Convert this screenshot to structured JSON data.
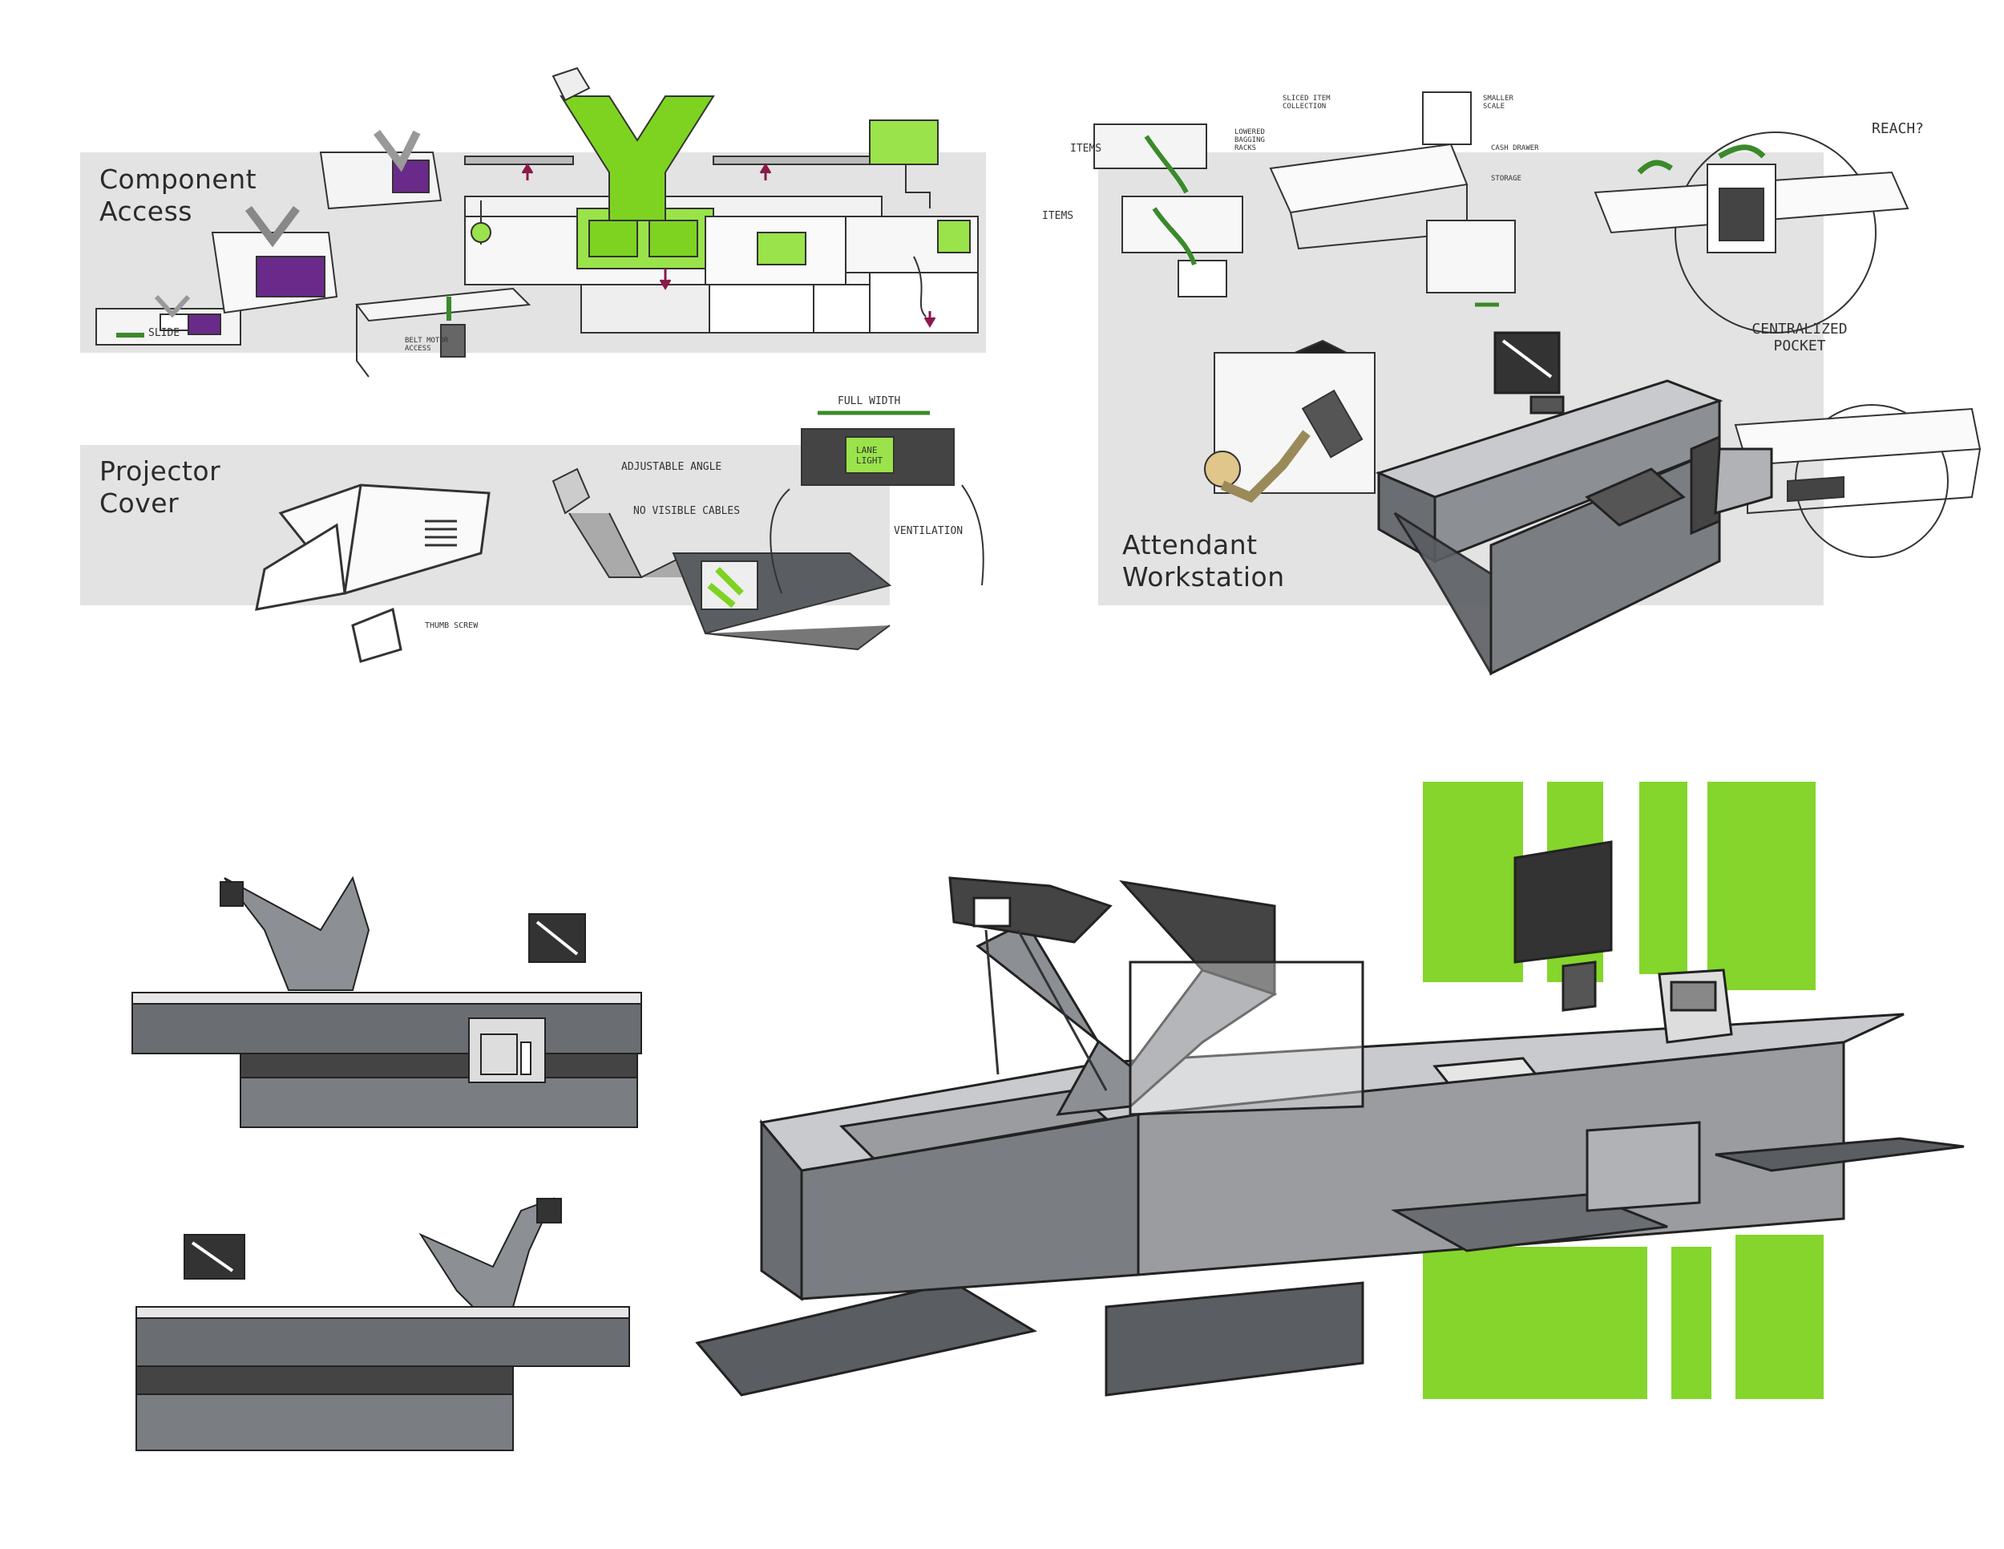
{
  "sections": {
    "component_access": {
      "line1": "Component",
      "line2": "Access"
    },
    "projector_cover": {
      "line1": "Projector",
      "line2": "Cover"
    },
    "attendant_workstation": {
      "line1": "Attendant",
      "line2": "Workstation"
    }
  },
  "annotations": {
    "belt_motor": "BELT MOTOR ACCESS",
    "slide": "SLIDE",
    "full_width": "FULL WIDTH",
    "lane_light": "LANE LIGHT",
    "adjustable_angle": "ADJUSTABLE ANGLE",
    "no_visible_cables": "NO VISIBLE CABLES",
    "ventilation": "VENTILATION",
    "thumb_screw": "THUMB SCREW",
    "items_1": "ITEMS",
    "items_2": "ITEMS",
    "sliced_item_collection": "SLICED ITEM COLLECTION",
    "lowered_bagging_racks": "LOWERED BAGGING RACKS",
    "smaller_scale": "SMALLER SCALE",
    "cash_drawer": "CASH DRAWER",
    "storage": "STORAGE",
    "reach": "REACH?",
    "centralized_pocket": "CENTRALIZED POCKET"
  },
  "colors": {
    "panel_gray": "#e3e3e3",
    "marker_green": "#7ed321",
    "dark_gray": "#5a5d62",
    "mid_gray": "#8c8f94",
    "light_gray": "#c8cacd",
    "purple": "#6a2a8a"
  }
}
